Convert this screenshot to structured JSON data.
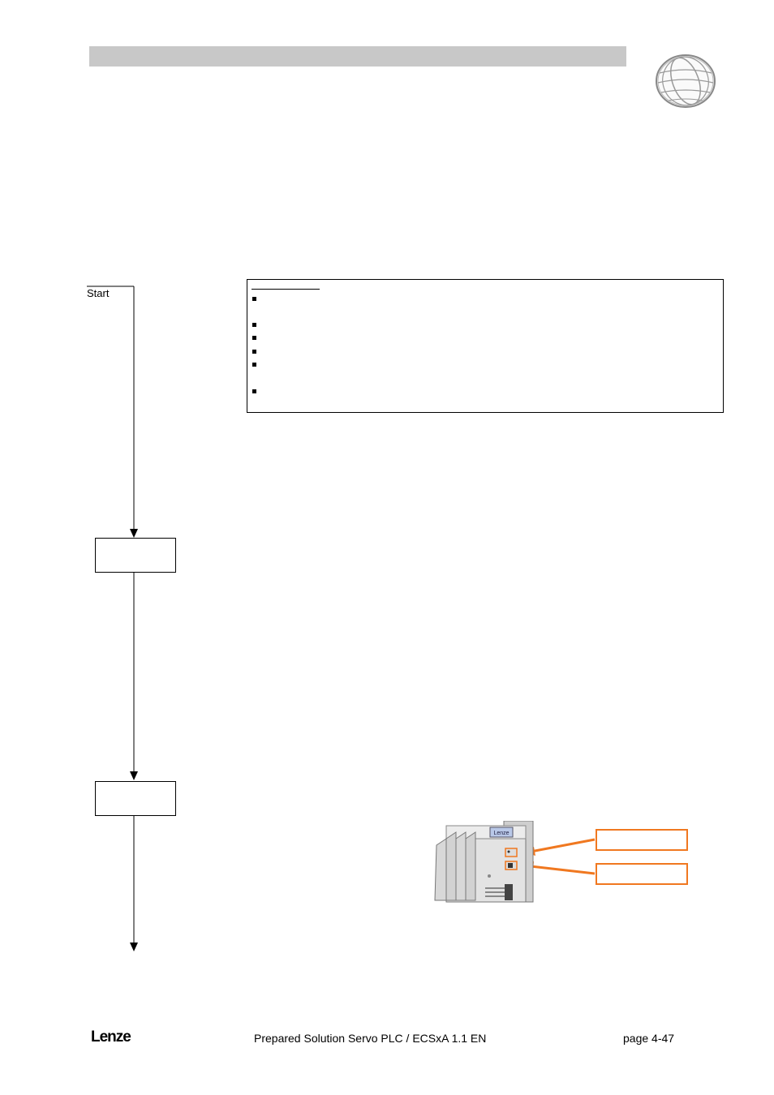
{
  "flowchart": {
    "start_label": "Start"
  },
  "footer": {
    "brand": "Lenze",
    "document_title": "Prepared Solution Servo PLC / ECSxA 1.1 EN",
    "page_number": "page 4-47"
  },
  "device": {
    "display_text": "Lenze"
  },
  "colors": {
    "header_bar": "#c8c8c8",
    "callout_accent": "#f07820"
  },
  "icons": [
    "globe-icon",
    "device-image"
  ]
}
